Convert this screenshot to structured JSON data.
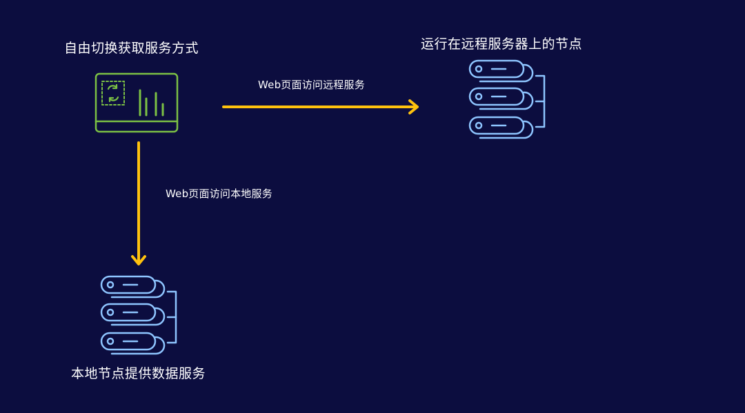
{
  "nodes": {
    "switch_mode": {
      "label": "自由切换获取服务方式"
    },
    "remote_node": {
      "label": "运行在远程服务器上的节点"
    },
    "local_node": {
      "label": "本地节点提供数据服务"
    }
  },
  "edges": {
    "to_remote": {
      "label": "Web页面访问远程服务"
    },
    "to_local": {
      "label": "Web页面访问本地服务"
    }
  },
  "colors": {
    "background": "#0c0d3f",
    "arrow": "#ffc20e",
    "monitor": "#7cc144",
    "server": "#8ec5ff",
    "text": "#ffffff"
  },
  "icons": {
    "switch_mode": "monitor-with-refresh-and-bars-icon",
    "remote_node": "server-stack-icon",
    "local_node": "server-stack-icon"
  }
}
